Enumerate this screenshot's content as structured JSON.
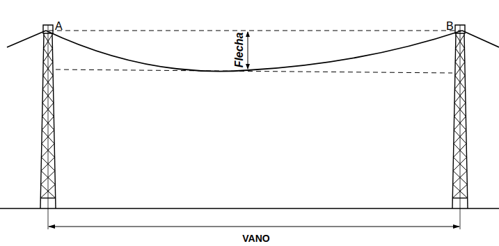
{
  "diagram": {
    "labels": [
      "A",
      "B",
      "Flecha",
      "VANO"
    ]
  }
}
